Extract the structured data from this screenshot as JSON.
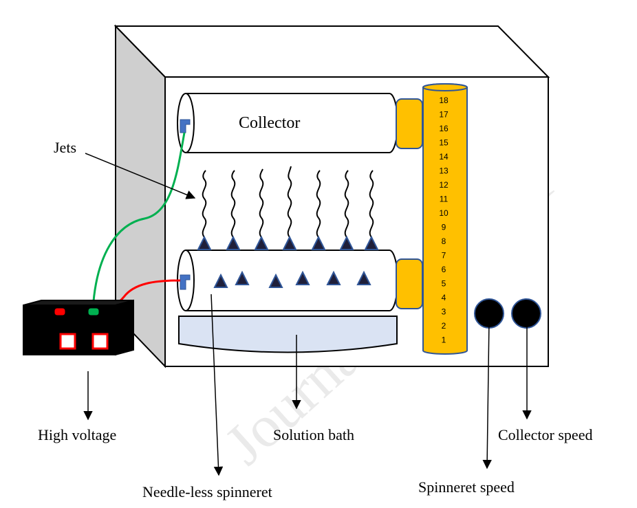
{
  "labels": {
    "collector": "Collector",
    "jets": "Jets",
    "high_voltage": "High voltage",
    "solution_bath": "Solution bath",
    "collector_speed": "Collector speed",
    "needle_less_spinneret": "Needle-less spinneret",
    "spinneret_speed": "Spinneret speed"
  },
  "scale_numbers": [
    "18",
    "17",
    "16",
    "15",
    "14",
    "13",
    "12",
    "11",
    "10",
    "9",
    "8",
    "7",
    "6",
    "5",
    "4",
    "3",
    "2",
    "1"
  ],
  "watermark": "Journal Pre-proof",
  "colors": {
    "box_side": "#cfcfcf",
    "scale_fill": "#ffc000",
    "scale_stroke": "#2f5597",
    "bath_fill": "#dae3f3",
    "terminal": "#4472c4",
    "triangle_stroke": "#2f5597",
    "wire_green": "#00b050",
    "wire_red": "#ff0000",
    "power_box": "#000000"
  }
}
